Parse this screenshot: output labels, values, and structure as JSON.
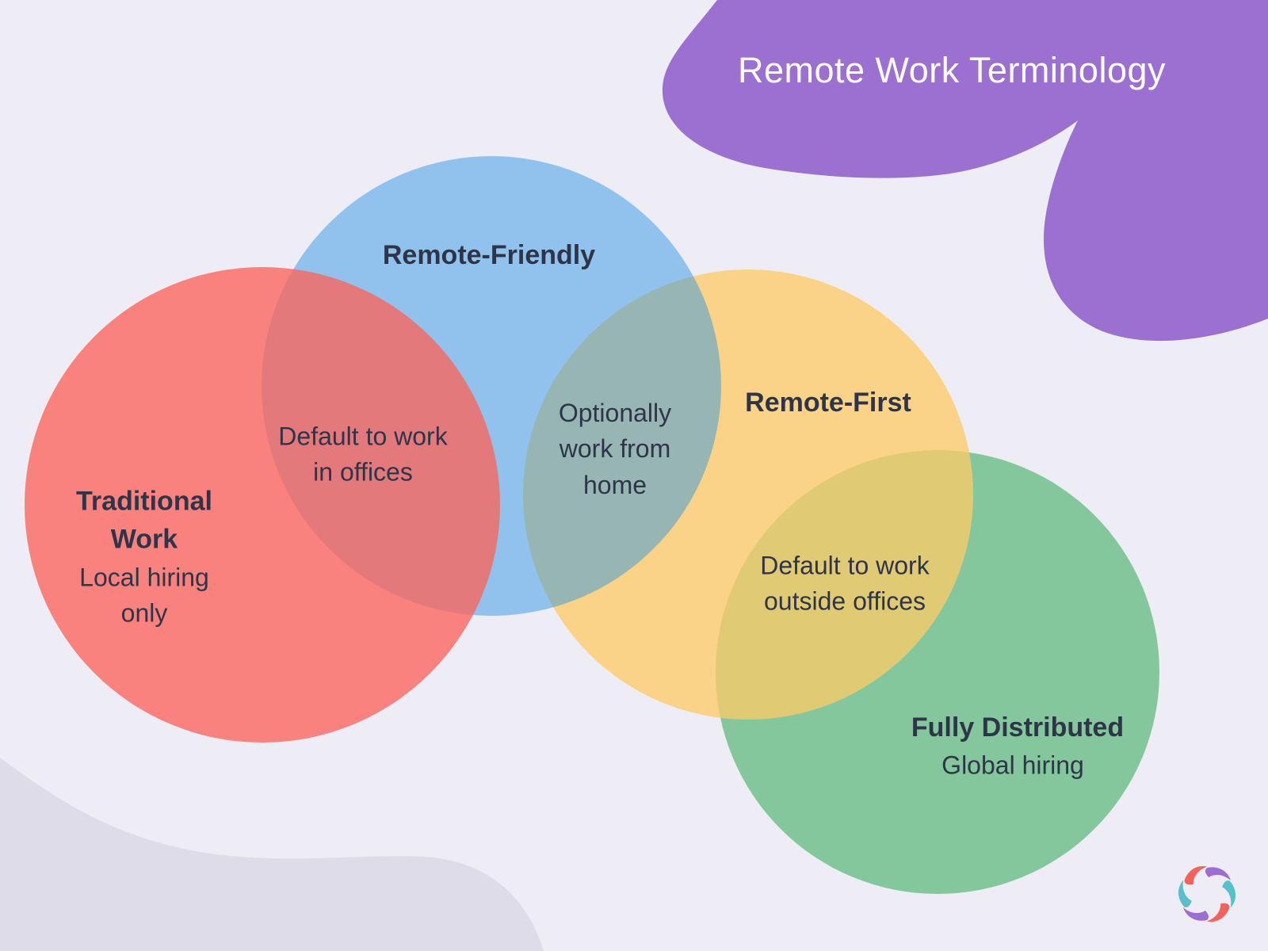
{
  "title": "Remote Work Terminology",
  "colors": {
    "background": "#EEEDF6",
    "title_blob": "#9C70D1",
    "title_text": "#FFFFFF",
    "bottom_wave": "#DEDCE8",
    "diagram_text": "#2F3548",
    "circle_red": "#F8827E",
    "circle_blue": "#90C3ED",
    "circle_yellow": "#FAD389",
    "circle_green": "#85C79D"
  },
  "venn": {
    "circles": [
      {
        "id": "traditional-work",
        "label": "Traditional\nWork",
        "sublabel": "Local hiring\nonly",
        "color": "#F8827E"
      },
      {
        "id": "remote-friendly",
        "label": "Remote-Friendly",
        "color": "#90C3ED"
      },
      {
        "id": "remote-first",
        "label": "Remote-First",
        "color": "#FAD389"
      },
      {
        "id": "fully-distributed",
        "label": "Fully Distributed",
        "sublabel": "Global hiring",
        "color": "#85C79D"
      }
    ],
    "overlaps": [
      {
        "between": [
          "traditional-work",
          "remote-friendly"
        ],
        "label": "Default to work\nin offices"
      },
      {
        "between": [
          "remote-friendly",
          "remote-first"
        ],
        "label": "Optionally\nwork from\nhome"
      },
      {
        "between": [
          "remote-first",
          "fully-distributed"
        ],
        "label": "Default to work\noutside offices"
      }
    ]
  },
  "logo": {
    "petal_colors": [
      "#F5625C",
      "#9C6ED3",
      "#59BFC9"
    ]
  }
}
